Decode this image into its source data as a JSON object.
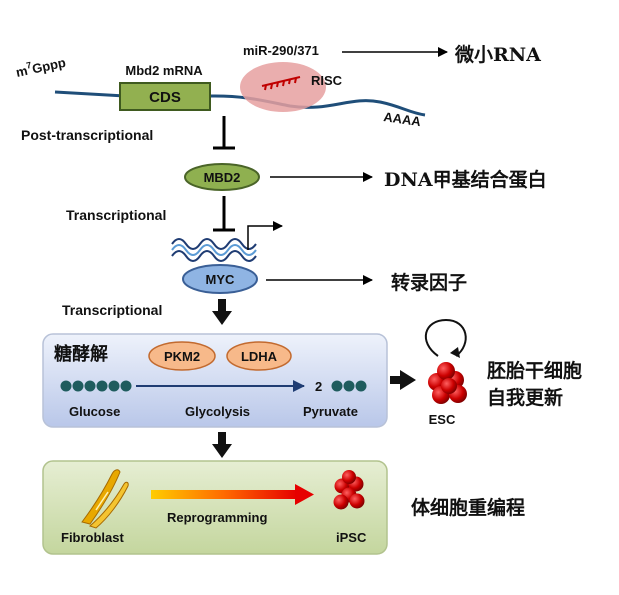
{
  "mrna": {
    "cap": "m7Gppp",
    "cap_base": "m",
    "cap_sup": "7",
    "cap_rest": "Gppp",
    "gene_label": "Mbd2 mRNA",
    "cds": "CDS",
    "mir": "miR-290/371",
    "risc": "RISC",
    "polya": "AAAA"
  },
  "labels": {
    "microrna_cn": "微小RNA",
    "post_transcriptional": "Post-transcriptional",
    "transcriptional_1": "Transcriptional",
    "transcriptional_2": "Transcriptional",
    "mbd2": "MBD2",
    "mbd2_cn": "DNA甲基结合蛋白",
    "myc": "MYC",
    "myc_cn": "转录因子"
  },
  "glycolysis_box": {
    "title_cn": "糖酵解",
    "enzyme_1": "PKM2",
    "enzyme_2": "LDHA",
    "glucose": "Glucose",
    "glycolysis": "Glycolysis",
    "pyruvate": "Pyruvate",
    "pyruvate_count": "2"
  },
  "esc": {
    "label": "ESC",
    "cn_line1": "胚胎干细胞",
    "cn_line2": "自我更新"
  },
  "reprogramming_box": {
    "fibroblast": "Fibroblast",
    "reprogramming": "Reprogramming",
    "ipsc": "iPSC",
    "cn": "体细胞重编程"
  },
  "colors": {
    "mrna_line": "#1f4e79",
    "cds_fill": "#92b050",
    "risc_fill": "#e6a0a0",
    "mir_red": "#c00000",
    "mbd2_fill": "#8fb050",
    "myc_fill": "#8fb4e3",
    "glyco_box": "#c9d4ee",
    "enzyme_fill": "#f7b98a",
    "bead": "#1f5c5e",
    "repro_box": "#d0dfb0",
    "cell_red": "#cc0000"
  }
}
